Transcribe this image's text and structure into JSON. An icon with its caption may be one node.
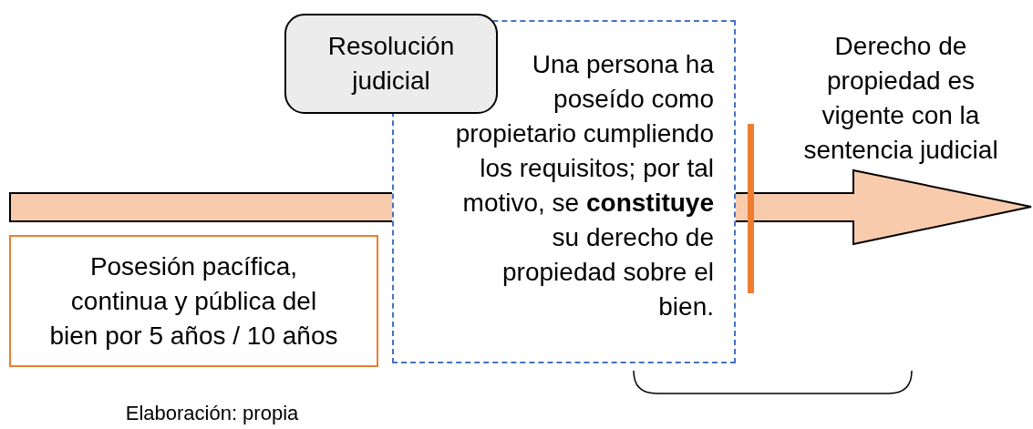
{
  "diagram": {
    "caption": "Elaboración: propia",
    "nodes": [
      {
        "text": [
          "Resolución judicial"
        ]
      },
      {
        "text": [
          "Una persona ha poseído como propietario cumpliendo los requisitos; por tal motivo, se **constituye** su derecho de propiedad sobre el bien."
        ]
      },
      {
        "text": [
          "Posesión pacífica, continua y pública del bien por 5 años / 10 años"
        ]
      }
    ],
    "edges": [],
    "labels": [
      "Derecho de propiedad es vigente con la sentencia judicial"
    ]
  }
}
